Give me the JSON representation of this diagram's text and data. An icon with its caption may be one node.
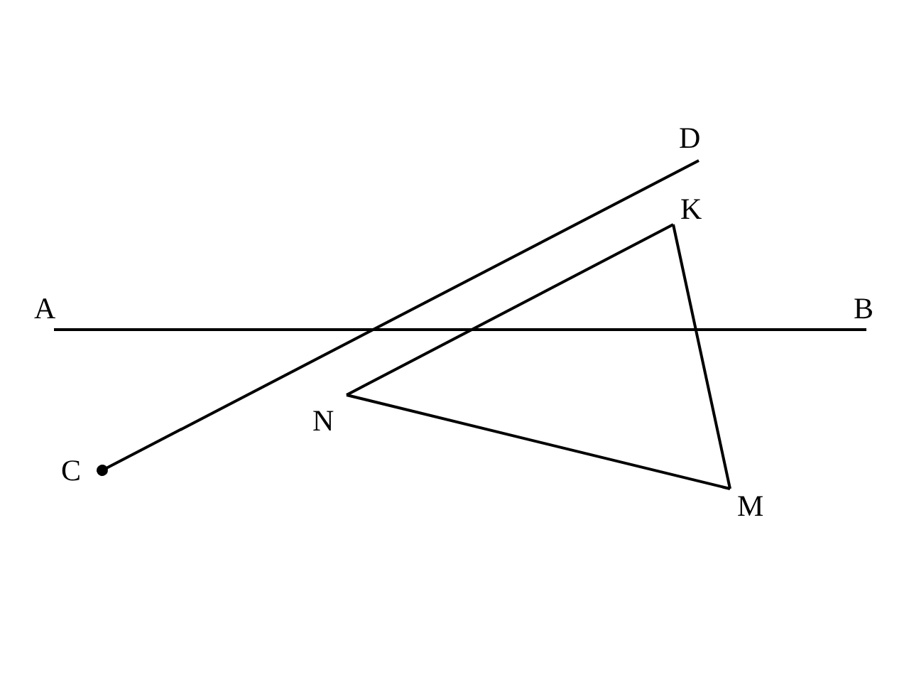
{
  "diagram": {
    "nodes": [
      {
        "text": [
          "A"
        ]
      },
      {
        "text": [
          "B"
        ]
      },
      {
        "text": [
          "C"
        ]
      },
      {
        "text": [
          "D"
        ]
      },
      {
        "text": [
          "K"
        ]
      },
      {
        "text": [
          "N"
        ]
      },
      {
        "text": [
          "M"
        ]
      }
    ],
    "edges": [
      {
        "from": 0,
        "to": 1,
        "arrow": "none"
      },
      {
        "from": 2,
        "to": 3,
        "arrow": "other"
      },
      {
        "from": 4,
        "to": 5,
        "arrow": "none"
      },
      {
        "from": 5,
        "to": 6,
        "arrow": "none"
      },
      {
        "from": 6,
        "to": 4,
        "arrow": "none"
      }
    ]
  }
}
